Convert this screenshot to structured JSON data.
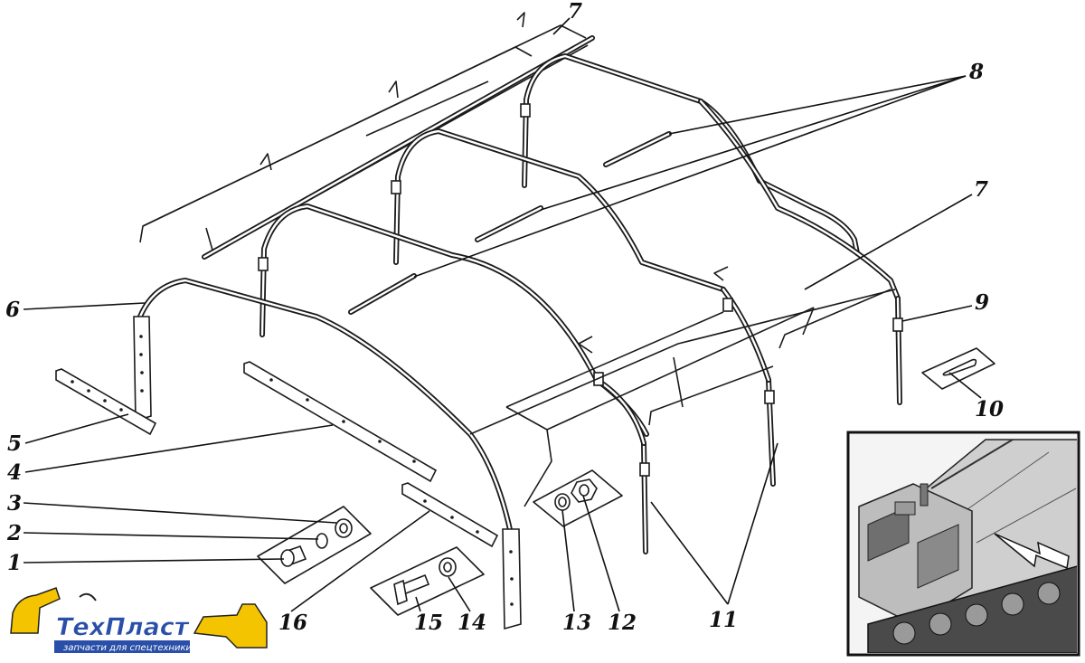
{
  "diagram": {
    "callouts": [
      "1",
      "2",
      "3",
      "4",
      "5",
      "6",
      "7",
      "7",
      "8",
      "9",
      "10",
      "11",
      "12",
      "13",
      "14",
      "15",
      "16"
    ]
  },
  "logo": {
    "brand": "ТехПласт",
    "tagline": "запчасти для спецтехники",
    "accent_color": "#f5c400",
    "brand_color": "#2a4fa8"
  }
}
